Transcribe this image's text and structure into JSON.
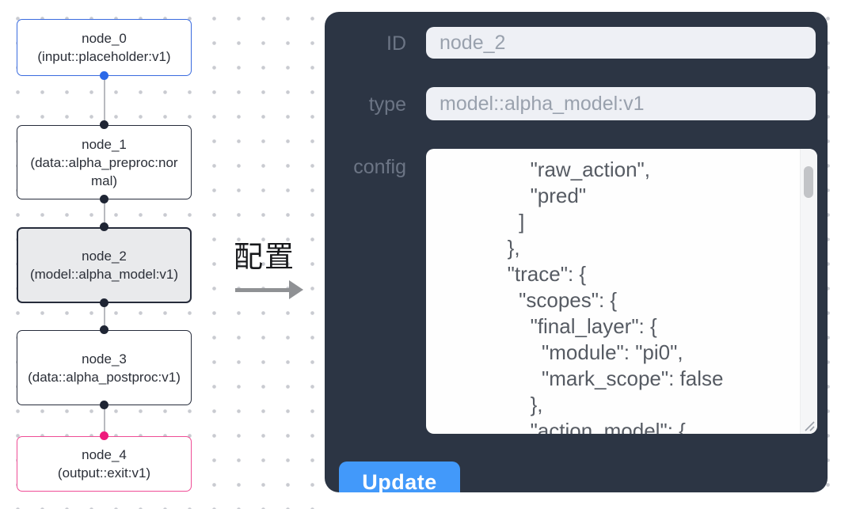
{
  "canvas": {
    "nodes": [
      {
        "name": "node_0",
        "type": "(input::placeholder:v1)",
        "border_color": "#3a6bdf",
        "bg": "#ffffff"
      },
      {
        "name": "node_1",
        "type": "(data::alpha_preproc:normal)",
        "border_color": "#262c3b",
        "bg": "#ffffff"
      },
      {
        "name": "node_2",
        "type": "(model::alpha_model:v1)",
        "border_color": "#262c3b",
        "bg": "#e9eaec",
        "selected": true
      },
      {
        "name": "node_3",
        "type": "(data::alpha_postproc:v1)",
        "border_color": "#262c3b",
        "bg": "#ffffff"
      },
      {
        "name": "node_4",
        "type": "(output::exit:v1)",
        "border_color": "#ef4d96",
        "bg": "#ffffff"
      }
    ],
    "port_colors": {
      "default": "#1f2534",
      "input_node": "#2b69e8",
      "output_node": "#ee1a7c"
    }
  },
  "transfer": {
    "label": "配置"
  },
  "panel": {
    "bg_color": "#2c3544",
    "fields": [
      {
        "label": "ID",
        "value": "node_2"
      },
      {
        "label": "type",
        "value": "model::alpha_model:v1"
      }
    ],
    "config": {
      "label": "config",
      "lines": [
        "                \"raw_action\",",
        "                \"pred\"",
        "              ]",
        "            },",
        "            \"trace\": {",
        "              \"scopes\": {",
        "                \"final_layer\": {",
        "                  \"module\": \"pi0\",",
        "                  \"mark_scope\": false",
        "                },",
        "                \"action_model\": {"
      ]
    },
    "update_label": "Update",
    "accent_color": "#4299fa"
  }
}
